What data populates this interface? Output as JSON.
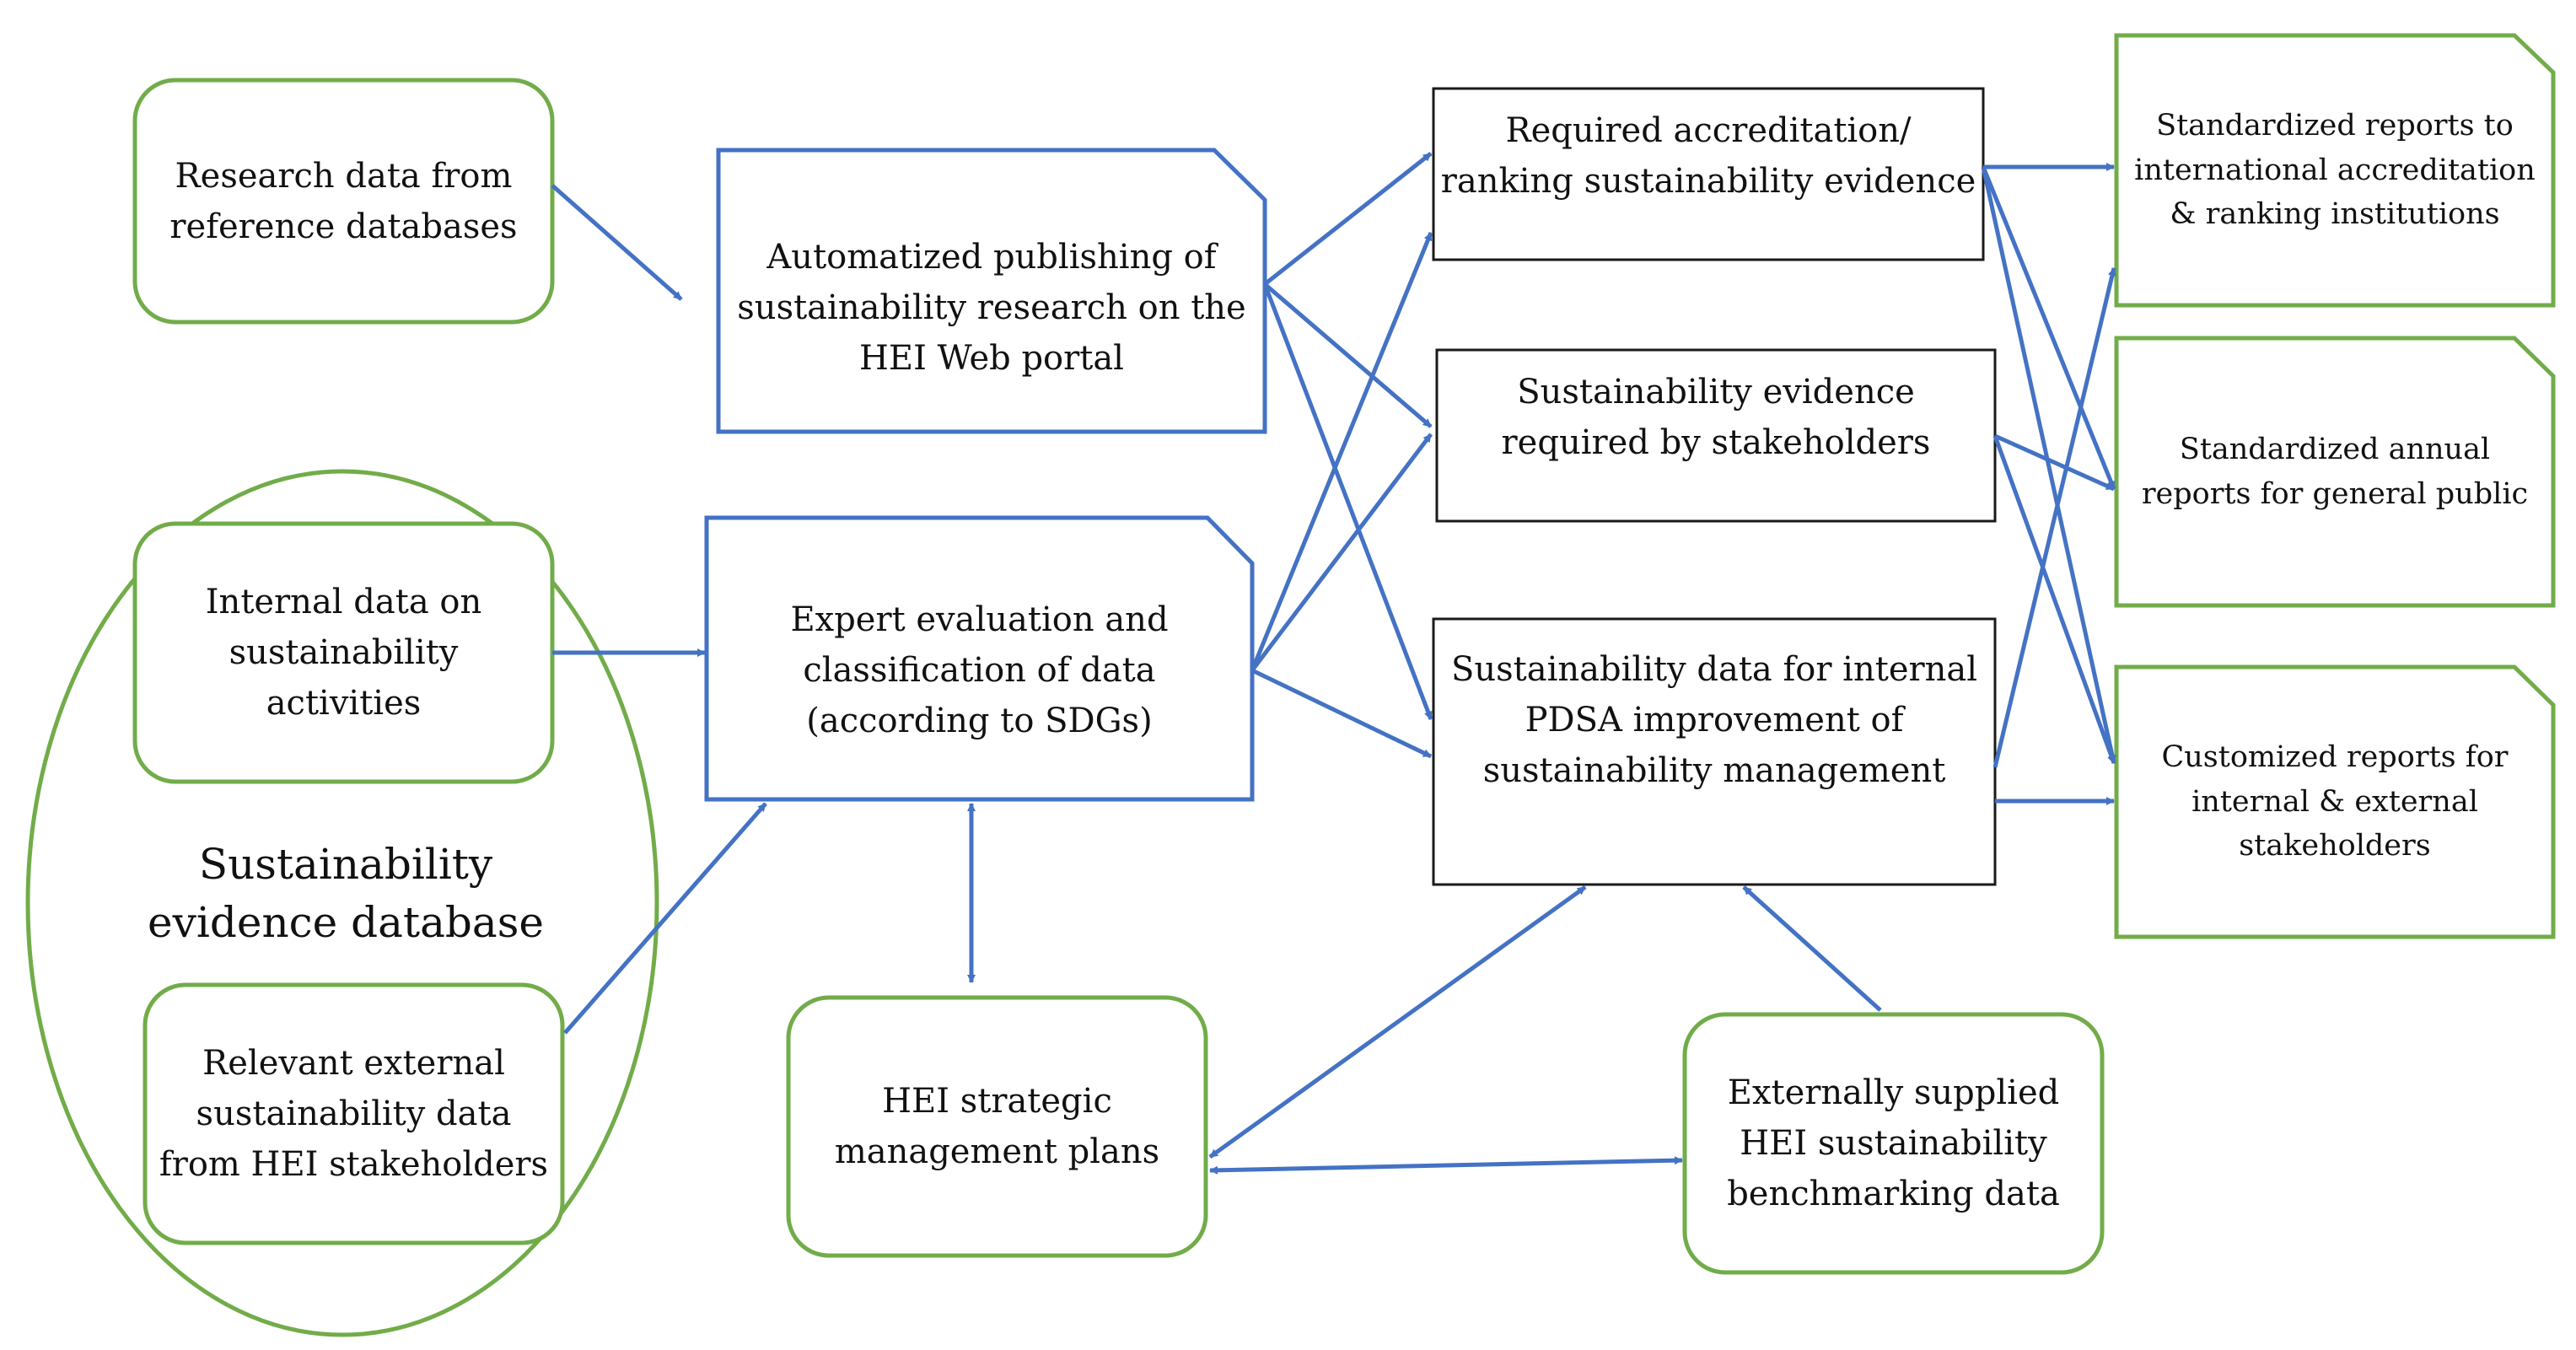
{
  "colors": {
    "green": "#72ac4a",
    "blue": "#4472c4",
    "black": "#1a1a1a"
  },
  "nodes": {
    "research_data": "Research data from\nreference databases",
    "internal_data": "Internal data on\nsustainability\nactivities",
    "external_data": "Relevant external\nsustainability data\nfrom HEI stakeholders",
    "database_label": "Sustainability\nevidence database",
    "automated_publishing": "Automatized publishing of\nsustainability research on the\nHEI Web portal",
    "expert_evaluation": "Expert evaluation and\nclassification of data\n(according to SDGs)",
    "strategic_plans": "HEI strategic\nmanagement plans",
    "required_evidence": "Required accreditation/\nranking sustainability evidence",
    "stakeholder_evidence": "Sustainability evidence\nrequired by stakeholders",
    "internal_pdsa": "Sustainability data for internal\nPDSA improvement of\nsustainability management",
    "benchmarking": "Externally supplied\nHEI sustainability\nbenchmarking data",
    "standardized_reports": "Standardized reports to\ninternational accreditation\n& ranking institutions",
    "annual_reports": "Standardized annual\nreports for general public",
    "customized_reports": "Customized reports for\ninternal & external\nstakeholders"
  }
}
